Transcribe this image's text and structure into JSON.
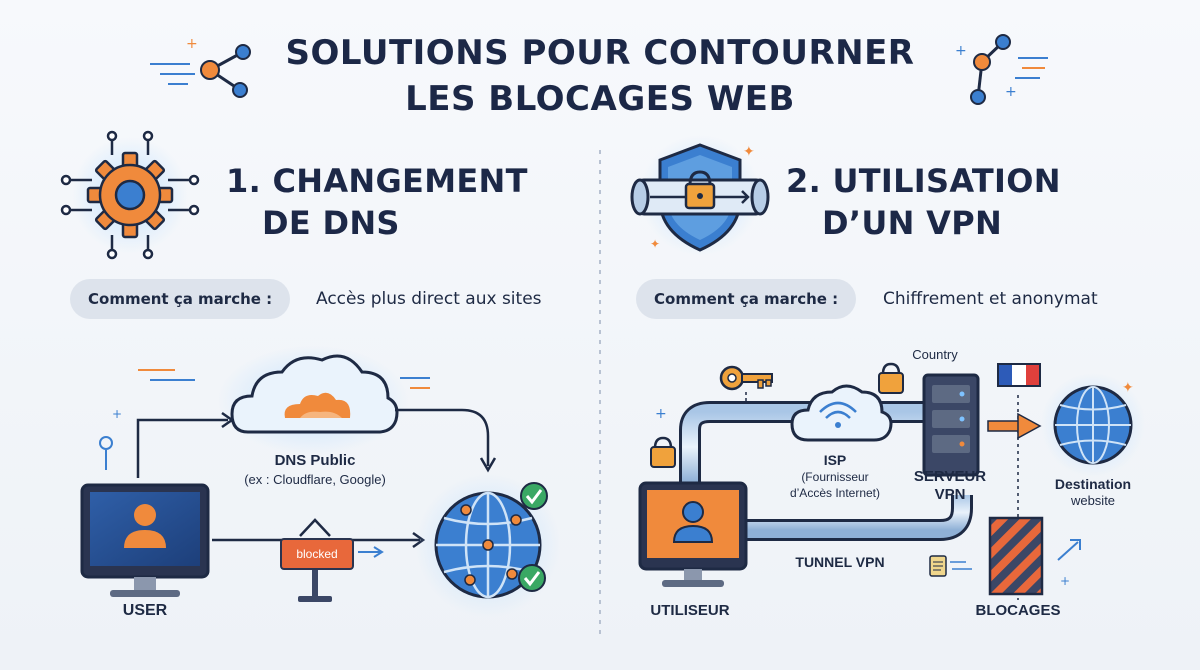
{
  "title": {
    "line1": "SOLUTIONS POUR CONTOURNER",
    "line2": "LES BLOCAGES WEB"
  },
  "section1": {
    "title_line1": "1. CHANGEMENT",
    "title_line2": "DE DNS",
    "how_label": "Comment ça marche :",
    "how_text": "Accès plus direct aux sites",
    "dns_label": "DNS Public",
    "dns_sub": "(ex : Cloudflare, Google)",
    "blocked_label": "blocked",
    "user_label": "USER"
  },
  "section2": {
    "title_line1": "2. UTILISATION",
    "title_line2": "D’UN VPN",
    "how_label": "Comment ça marche :",
    "how_text": "Chiffrement et anonymat",
    "country_label": "Country",
    "isp_label": "ISP",
    "isp_sub1": "(Fournisseur",
    "isp_sub2": "d’Accès Internet)",
    "server_label1": "SERVEUR",
    "server_label2": "VPN",
    "destination_label": "Destination",
    "destination_sub": "website",
    "tunnel_label": "TUNNEL VPN",
    "user_label": "UTILISEUR",
    "blocages_label": "BLOCAGES"
  },
  "colors": {
    "navy": "#1e2a44",
    "orange": "#f08a3c",
    "blue": "#3b7fd0",
    "light_blue": "#cfe3f7",
    "pill": "#dde3ec"
  }
}
